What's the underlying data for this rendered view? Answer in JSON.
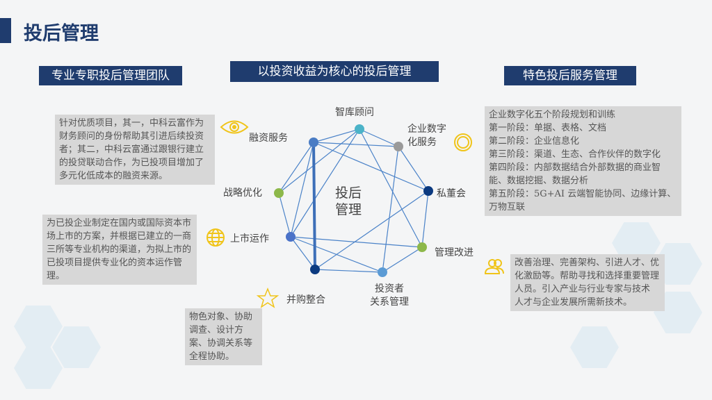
{
  "title": "投后管理",
  "headers": {
    "left": "专业专职投后管理团队",
    "center": "以投资收益为核心的投后管理",
    "right": "特色投后服务管理"
  },
  "center_label": [
    "投后",
    "管理"
  ],
  "nodes": [
    {
      "label": "融资服务",
      "color": "#4a7cc4"
    },
    {
      "label": "智库顾问",
      "color": "#4bb3c8"
    },
    {
      "label": "企业数字化服务",
      "color": "#9a9a9a"
    },
    {
      "label": "私董会",
      "color": "#0b3a80"
    },
    {
      "label": "管理改进",
      "color": "#8db84a"
    },
    {
      "label": "投资者关系管理",
      "color": "#5b9bd5"
    },
    {
      "label": "并购整合",
      "color": "#0b3a80"
    },
    {
      "label": "上市运作",
      "color": "#4a72c8"
    },
    {
      "label": "战略优化",
      "color": "#8db84a"
    }
  ],
  "labels": {
    "n2a": "企业数字",
    "n2b": "化服务",
    "n5a": "投资者",
    "n5b": "关系管理"
  },
  "boxes": {
    "financing": "针对优质项目，其一，中科云富作为财务顾问的身份帮助其引进后续投资者；其二，中科云富通过跟银行建立的投贷联动合作，为已投项目增加了多元化低成本的融资来源。",
    "ipo": "为已投企业制定在国内或国际资本市场上市的方案，并根据已建立的一商三所等专业机构的渠道，为拟上市的已投项目提供专业化的资本运作管理。",
    "mna": "物色对象、协助调查、设计方案、协调关系等全程协助。",
    "digital": [
      "企业数字化五个阶段规划和训练",
      "第一阶段：单据、表格、文档",
      "第二阶段：企业信息化",
      "第三阶段：渠道、生态、合作伙伴的数字化",
      "第四阶段：内部数据结合外部数据的商业智能、数据挖掘、数据分析",
      "第五阶段：5G+AI 云端智能协同、边缘计算、万物互联"
    ],
    "management": "改善治理、完善架构、引进人才、优化激励等。帮助寻找和选择重要管理人员。引入产业与行业专家与技术 人才与企业发展所需新技术。"
  },
  "accent": "#1f3c6e",
  "icon_color": "#f0c419"
}
